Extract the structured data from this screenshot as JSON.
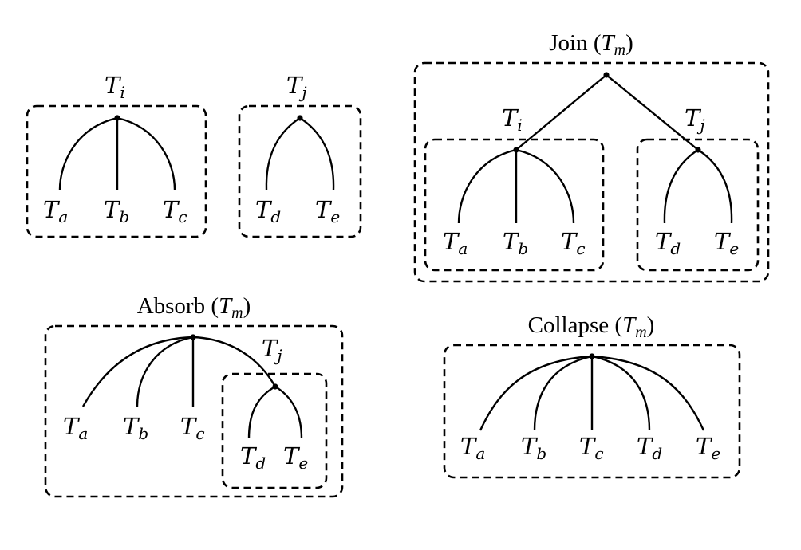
{
  "tree_label": "T",
  "subscripts": {
    "i": "i",
    "j": "j",
    "m": "m",
    "a": "a",
    "b": "b",
    "c": "c",
    "d": "d",
    "e": "e"
  },
  "operations": {
    "join": "Join",
    "absorb": "Absorb",
    "collapse": "Collapse"
  },
  "paren_open": "(",
  "paren_close": ")"
}
